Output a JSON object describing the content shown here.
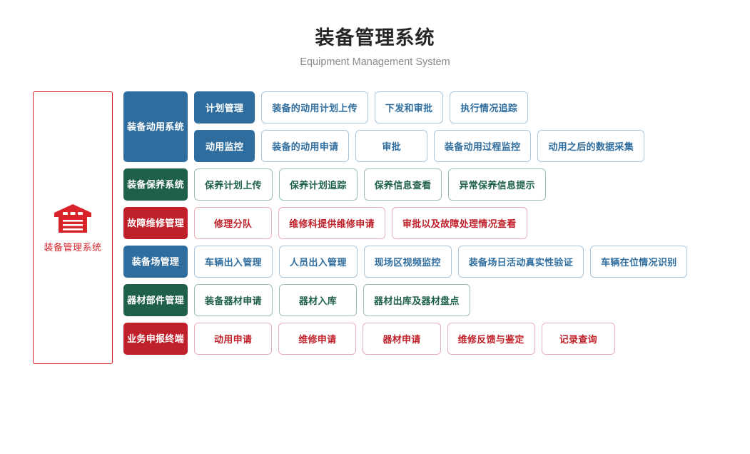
{
  "header": {
    "title": "装备管理系统",
    "subtitle": "Equipment Management System"
  },
  "colors": {
    "blue": "#2f6d9e",
    "green": "#1f6049",
    "red": "#c0202a",
    "blue_border": "#a9c5dd",
    "green_border": "#9cc0b1",
    "red_border": "#e8b0b4",
    "title": "#262626",
    "subtitle": "#8a8a8a"
  },
  "sidebar": {
    "icon": "warehouse-icon",
    "label": "装备管理系统",
    "border_color": "#d8232a",
    "label_color": "#d8232a"
  },
  "rows": [
    {
      "category": "装备动用系统",
      "color": "blue",
      "grouped": true,
      "subrows": [
        {
          "subcategory": "计划管理",
          "nodes": [
            "装备的动用计划上传",
            "下发和审批",
            "执行情况追踪"
          ]
        },
        {
          "subcategory": "动用监控",
          "nodes": [
            "装备的动用申请",
            "审批",
            "装备动用过程监控",
            "动用之后的数据采集"
          ]
        }
      ]
    },
    {
      "category": "装备保养系统",
      "color": "green",
      "grouped": false,
      "nodes": [
        "保养计划上传",
        "保养计划追踪",
        "保养信息查看",
        "异常保养信息提示"
      ]
    },
    {
      "category": "故障维修管理",
      "color": "red",
      "grouped": false,
      "nodes": [
        "修理分队",
        "维修科提供维修申请",
        "审批以及故障处理情况查看"
      ]
    },
    {
      "category": "装备场管理",
      "color": "blue",
      "grouped": false,
      "nodes": [
        "车辆出入管理",
        "人员出入管理",
        "现场区视频监控",
        "装备场日活动真实性验证",
        "车辆在位情况识别"
      ]
    },
    {
      "category": "器材部件管理",
      "color": "green",
      "grouped": false,
      "nodes": [
        "装备器材申请",
        "器材入库",
        "器材出库及器材盘点"
      ]
    },
    {
      "category": "业务申报终端",
      "color": "red",
      "grouped": false,
      "nodes": [
        "动用申请",
        "维修申请",
        "器材申请",
        "维修反馈与鉴定",
        "记录查询"
      ]
    }
  ]
}
